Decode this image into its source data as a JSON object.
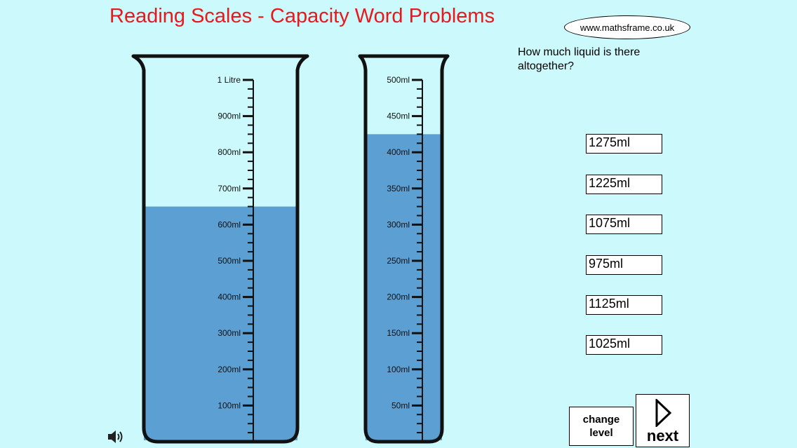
{
  "title": "Reading Scales - Capacity Word Problems",
  "site_link": "www.mathsframe.co.uk",
  "question": "How much liquid is there altogether?",
  "answers": [
    "1275ml",
    "1225ml",
    "1075ml",
    "975ml",
    "1125ml",
    "1025ml"
  ],
  "controls": {
    "change_level": "change level",
    "next": "next"
  },
  "colors": {
    "background": "#ccf9fc",
    "liquid": "#5b9fd3",
    "title": "#e8191c"
  },
  "icons": {
    "sound": "speaker-icon",
    "next": "play-triangle-icon"
  },
  "beakers": [
    {
      "name": "large-beaker",
      "max_ml": 1000,
      "level_ml": 650,
      "labels": [
        {
          "value": 1000,
          "text": "1 Litre"
        },
        {
          "value": 900,
          "text": "900ml"
        },
        {
          "value": 800,
          "text": "800ml"
        },
        {
          "value": 700,
          "text": "700ml"
        },
        {
          "value": 600,
          "text": "600ml"
        },
        {
          "value": 500,
          "text": "500ml"
        },
        {
          "value": 400,
          "text": "400ml"
        },
        {
          "value": 300,
          "text": "300ml"
        },
        {
          "value": 200,
          "text": "200ml"
        },
        {
          "value": 100,
          "text": "100ml"
        }
      ],
      "minor_step_ml": 25
    },
    {
      "name": "small-beaker",
      "max_ml": 500,
      "level_ml": 425,
      "labels": [
        {
          "value": 500,
          "text": "500ml"
        },
        {
          "value": 450,
          "text": "450ml"
        },
        {
          "value": 400,
          "text": "400ml"
        },
        {
          "value": 350,
          "text": "350ml"
        },
        {
          "value": 300,
          "text": "300ml"
        },
        {
          "value": 250,
          "text": "250ml"
        },
        {
          "value": 200,
          "text": "200ml"
        },
        {
          "value": 150,
          "text": "150ml"
        },
        {
          "value": 100,
          "text": "100ml"
        },
        {
          "value": 50,
          "text": "50ml"
        }
      ],
      "minor_step_ml": 12.5
    }
  ]
}
